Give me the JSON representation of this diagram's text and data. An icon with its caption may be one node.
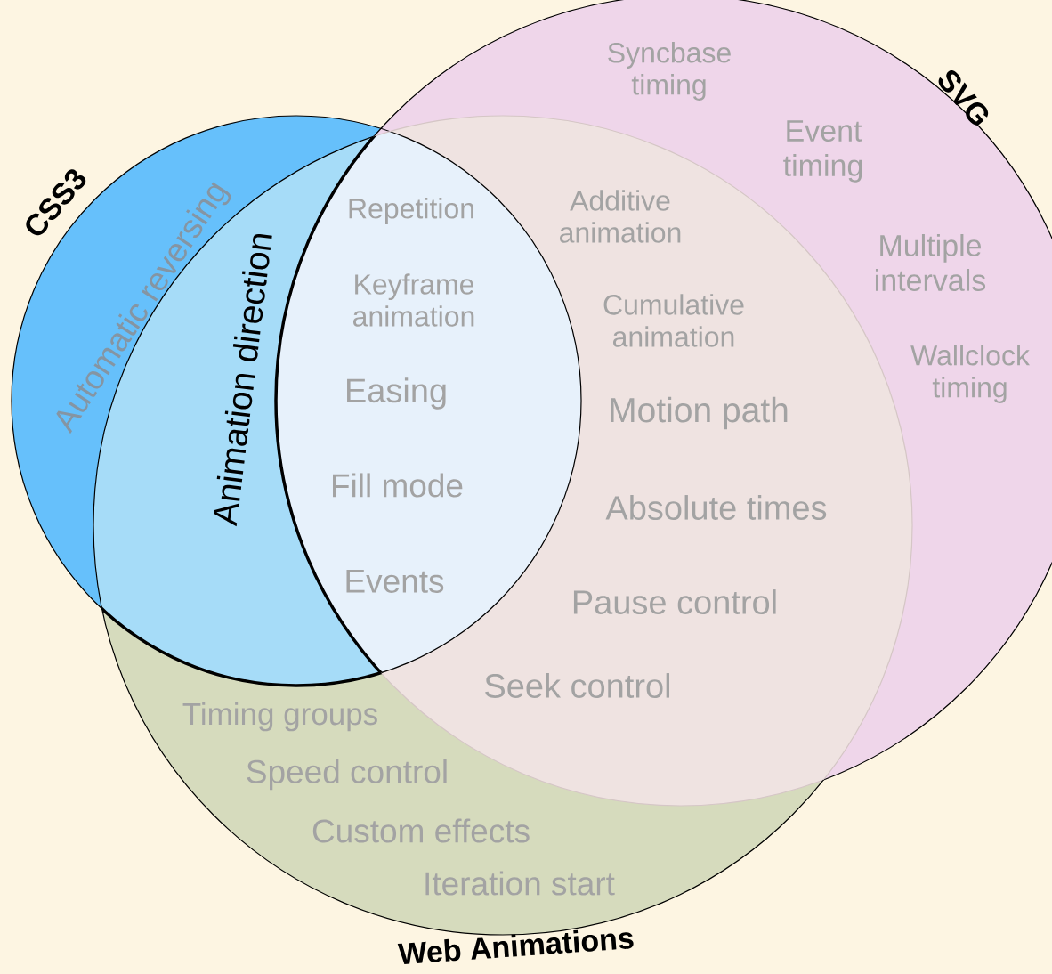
{
  "diagram": {
    "nodes": [
      {
        "text": [
          "CSS3",
          "Automatic reversing"
        ]
      },
      {
        "text": [
          "SVG",
          "Syncbase timing",
          "Event timing",
          "Multiple intervals",
          "Wallclock timing"
        ]
      },
      {
        "text": [
          "Web Animations",
          "Timing groups",
          "Speed control",
          "Custom effects",
          "Iteration start"
        ]
      },
      {
        "text": [
          "Animation direction"
        ]
      },
      {
        "text": [
          "Additive animation",
          "Cumulative animation",
          "Motion path",
          "Absolute times",
          "Pause control",
          "Seek control"
        ]
      },
      {
        "text": [
          "Repetition",
          "Keyframe animation",
          "Easing",
          "Fill mode",
          "Events"
        ]
      }
    ]
  }
}
